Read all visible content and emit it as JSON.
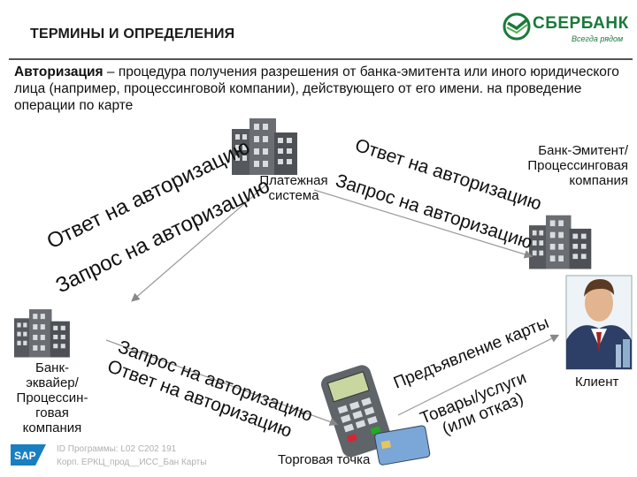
{
  "header": {
    "title": "ТЕРМИНЫ И ОПРЕДЕЛЕНИЯ"
  },
  "logo": {
    "name": "СБЕРБАНК",
    "tagline": "Всегда рядом",
    "color": "#1a7a3a"
  },
  "definition": {
    "term": "Авторизация",
    "text": " – процедура получения разрешения от банка-эмитента или иного юридического лица (например, процессинговой компании), действующего от его имени. на проведение операции по карте"
  },
  "nodes": {
    "payment_system": {
      "line1": "Платежная",
      "line2": "система"
    },
    "issuer": {
      "line1": "Банк-Эмитент/",
      "line2": "Процессинговая",
      "line3": "компания"
    },
    "acquirer": {
      "line1": "Банк-",
      "line2": "эквайер/",
      "line3": "Процессин-",
      "line4": "говая",
      "line5": "компания"
    },
    "merchant": {
      "label": "Торговая точка"
    },
    "client": {
      "label": "Клиент"
    }
  },
  "flows": {
    "left_answer": "Ответ на авторизацию",
    "left_request": "Запрос на авторизацию",
    "top_answer": "Ответ на авторизацию",
    "top_request": "Запрос на авторизацию",
    "bottom_request": "Запрос на авторизацию",
    "bottom_answer": "Ответ на авторизацию",
    "card_present": "Предъявление карты",
    "goods": "Товары/услуги",
    "goods_refusal": "(или отказ)"
  },
  "footer": {
    "line1": "ID Программы: L02 C202 191",
    "line2": "Корп. ЕРКЦ_прод__ИСС_Бан Карты"
  },
  "colors": {
    "building": "#555a5e",
    "arrow": "#e3641c",
    "text_green": "#1a7a3a"
  }
}
